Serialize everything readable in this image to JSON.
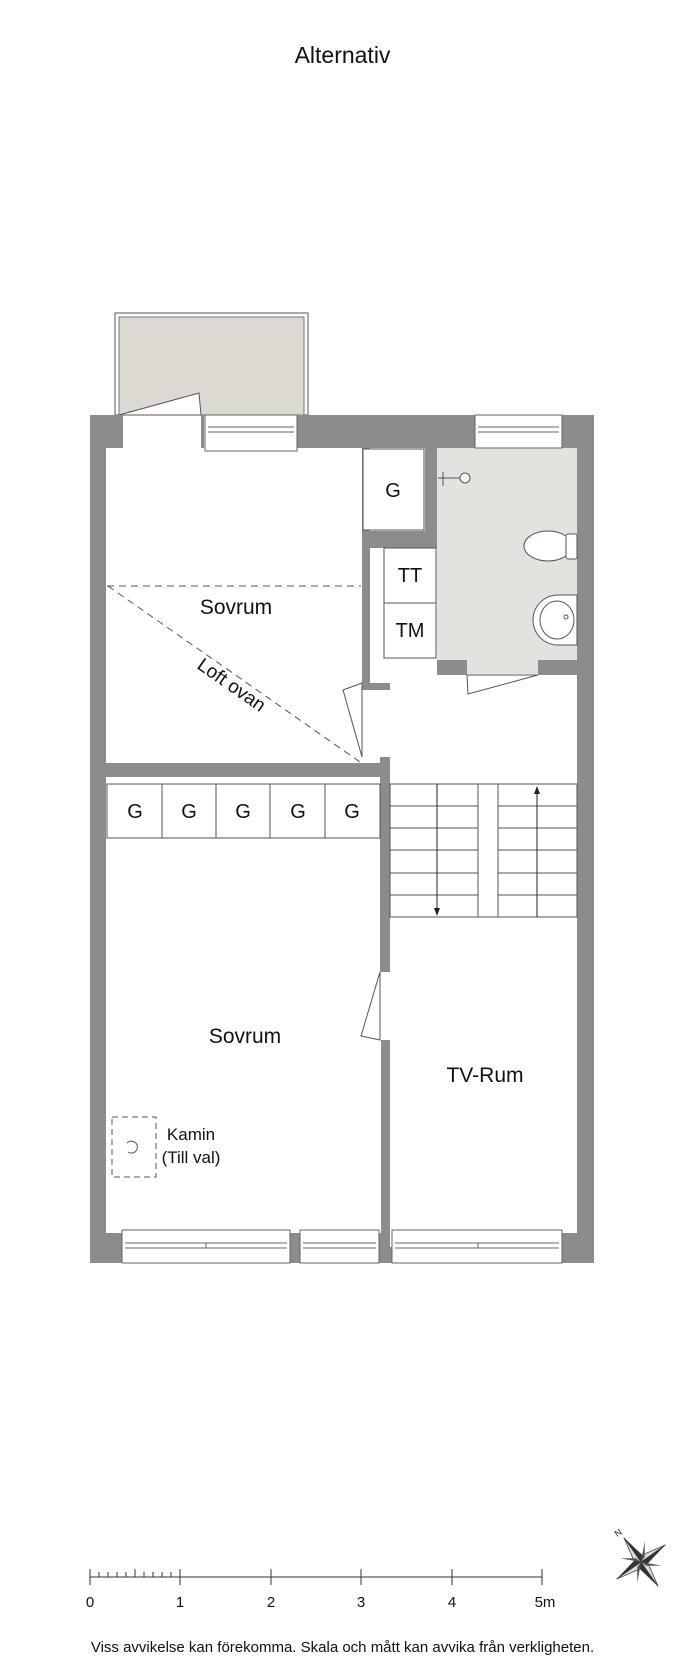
{
  "title": "Alternativ",
  "rooms": {
    "sovrum_upper": "Sovrum",
    "loft": "Loft ovan",
    "sovrum_lower": "Sovrum",
    "tv_rum": "TV-Rum",
    "kamin_line1": "Kamin",
    "kamin_line2": "(Till val)",
    "closet_g": "G",
    "tt": "TT",
    "tm": "TM",
    "wardrobes": [
      "G",
      "G",
      "G",
      "G",
      "G"
    ]
  },
  "scale": {
    "labels": [
      "0",
      "1",
      "2",
      "3",
      "4",
      "5m"
    ]
  },
  "compass": {
    "label": "N"
  },
  "disclaimer": "Viss avvikelse kan förekomma. Skala och mått kan avvika från verkligheten.",
  "colors": {
    "wall": "#8c8c8c",
    "balcony": "#dcd9d3",
    "bathroom": "#e4e2df",
    "line": "#333333"
  }
}
